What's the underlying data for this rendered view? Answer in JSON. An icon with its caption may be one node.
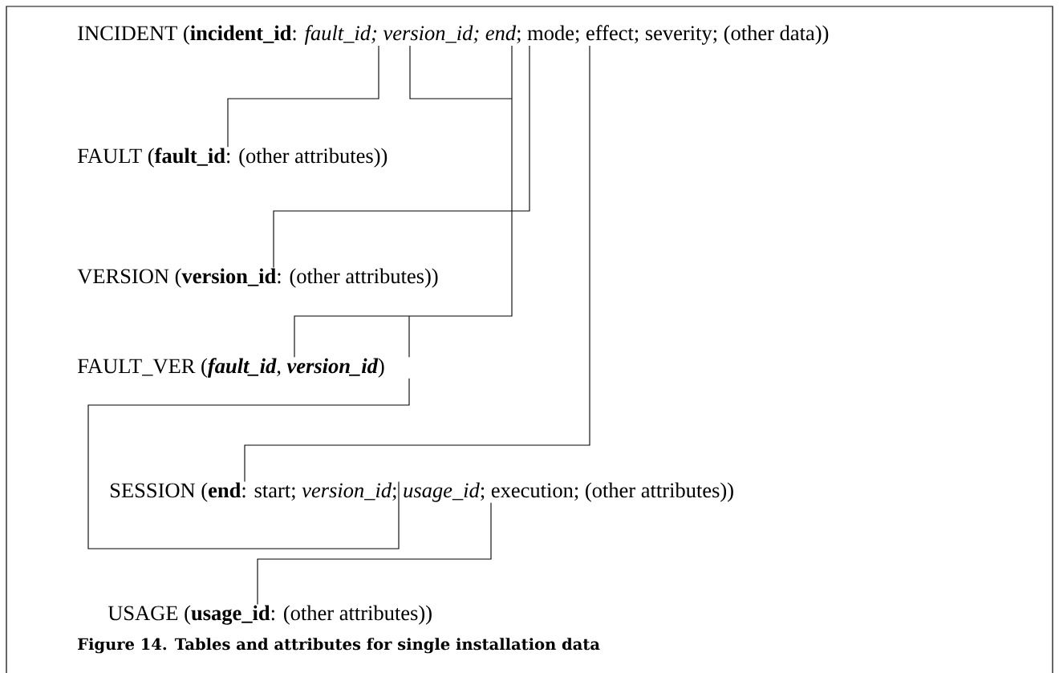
{
  "diagram": {
    "caption": "Figure 14. Tables and attributes for single installation data",
    "nodes": [
      {
        "text": [
          "INCIDENT (**incident_id**: *fault_id; version_id; end*; mode; effect; severity; (other data))"
        ]
      },
      {
        "text": [
          "FAULT (**fault_id**: (other attributes))"
        ]
      },
      {
        "text": [
          "VERSION (**version_id**: (other attributes))"
        ]
      },
      {
        "text": [
          "FAULT_VER (**fault_id**, **version_id**)"
        ]
      },
      {
        "text": [
          "SESSION (**end**: start; *version_id*; *usage_id*; execution; (other attributes))"
        ]
      },
      {
        "text": [
          "USAGE (**usage_id**: (other attributes))"
        ]
      }
    ],
    "edges": [
      {
        "from": 0,
        "to": 1,
        "arrow": "none"
      },
      {
        "from": 0,
        "to": 2,
        "arrow": "none"
      },
      {
        "from": 0,
        "to": 3,
        "arrow": "none"
      },
      {
        "from": 0,
        "to": 4,
        "arrow": "none"
      },
      {
        "from": 3,
        "to": 4,
        "arrow": "none"
      },
      {
        "from": 4,
        "to": 5,
        "arrow": "none"
      }
    ]
  }
}
